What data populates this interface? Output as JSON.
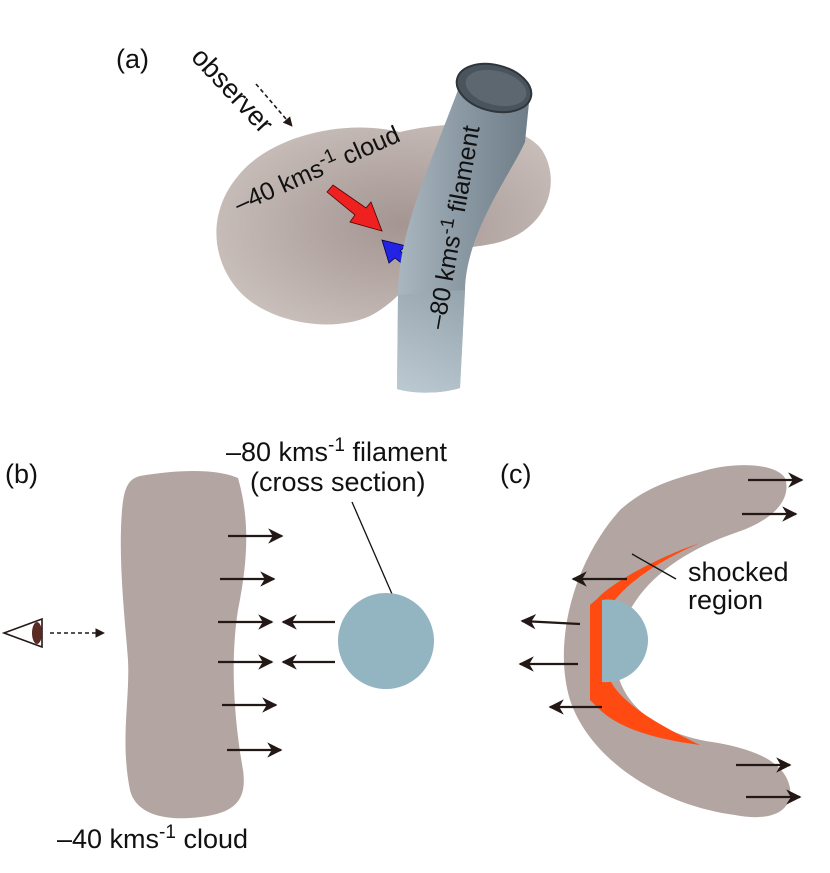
{
  "panels": {
    "a": {
      "label": "(a)",
      "observer": "observer",
      "cloud_label": "–40 kms",
      "cloud_sup": "-1",
      "cloud_suffix": " cloud",
      "filament_label": "–80 kms",
      "filament_sup": "-1",
      "filament_suffix": " filament"
    },
    "b": {
      "label": "(b)",
      "filament_title": "–80 kms",
      "filament_sup": "-1",
      "filament_suffix": " filament",
      "filament_sub": "(cross section)",
      "cloud_label": "–40 kms",
      "cloud_sup": "-1",
      "cloud_suffix": " cloud"
    },
    "c": {
      "label": "(c)",
      "shocked_line1": "shocked",
      "shocked_line2": "region"
    }
  },
  "colors": {
    "cloud": "#b3a6a2",
    "filament_section": "#93b4c1",
    "filament_tube": "#8f9ca6",
    "shock": "#ff4a12",
    "red_arrow": "#ef2020",
    "blue_arrow": "#2323e6",
    "arrow": "#231815"
  }
}
